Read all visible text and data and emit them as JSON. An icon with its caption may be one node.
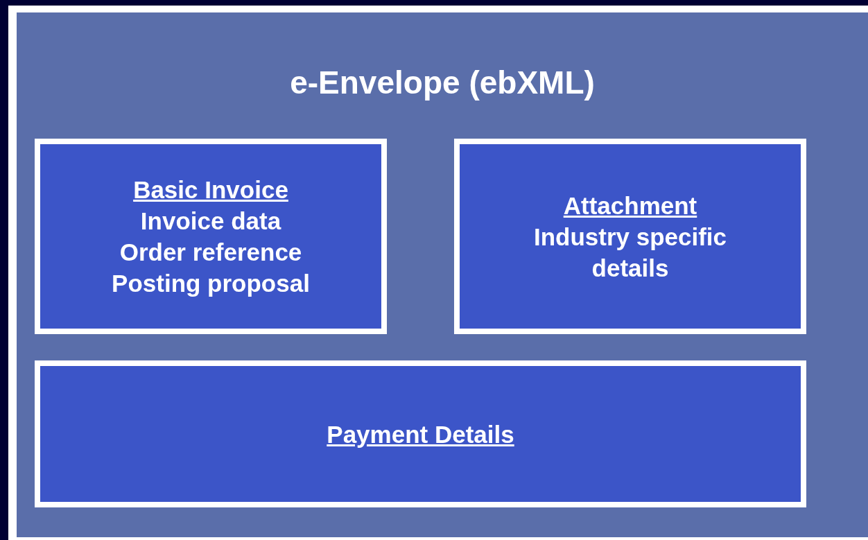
{
  "diagram": {
    "nodes": [
      {
        "text": [
          "e-Envelope (ebXML)"
        ]
      },
      {
        "text": [
          "Basic Invoice",
          "Invoice data",
          "Order reference",
          "Posting proposal"
        ],
        "in": 0
      },
      {
        "text": [
          "Attachment",
          "Industry specific details"
        ],
        "in": 0
      },
      {
        "text": [
          "Payment Details"
        ],
        "in": 0
      }
    ]
  }
}
